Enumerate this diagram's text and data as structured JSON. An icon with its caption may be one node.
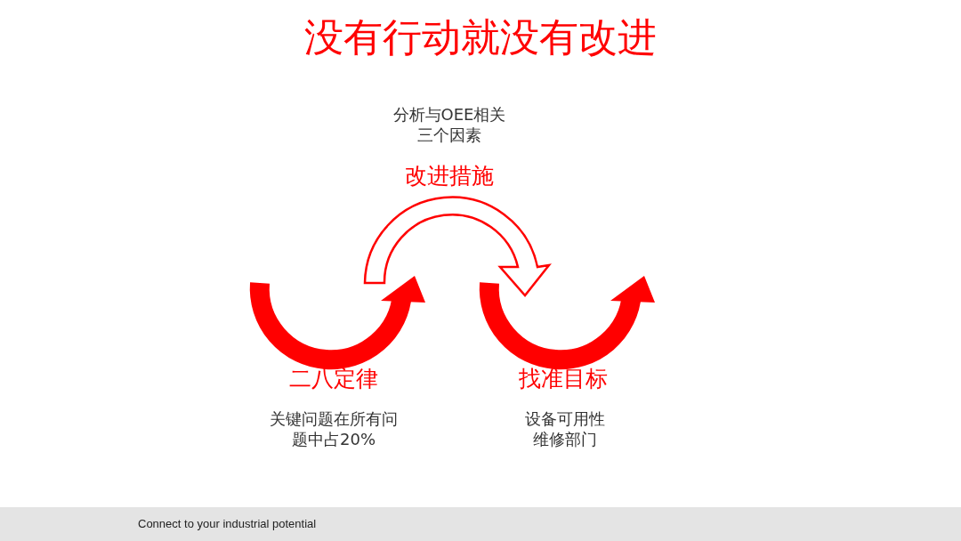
{
  "diagram": {
    "title": "没有行动就没有改进",
    "labels": [
      "分析与OEE相关三个因素",
      "改进措施",
      "二八定律",
      "找准目标",
      "关键问题在所有问题中占20%",
      "设备可用性维修部门",
      "Connect to your industrial potential"
    ]
  }
}
